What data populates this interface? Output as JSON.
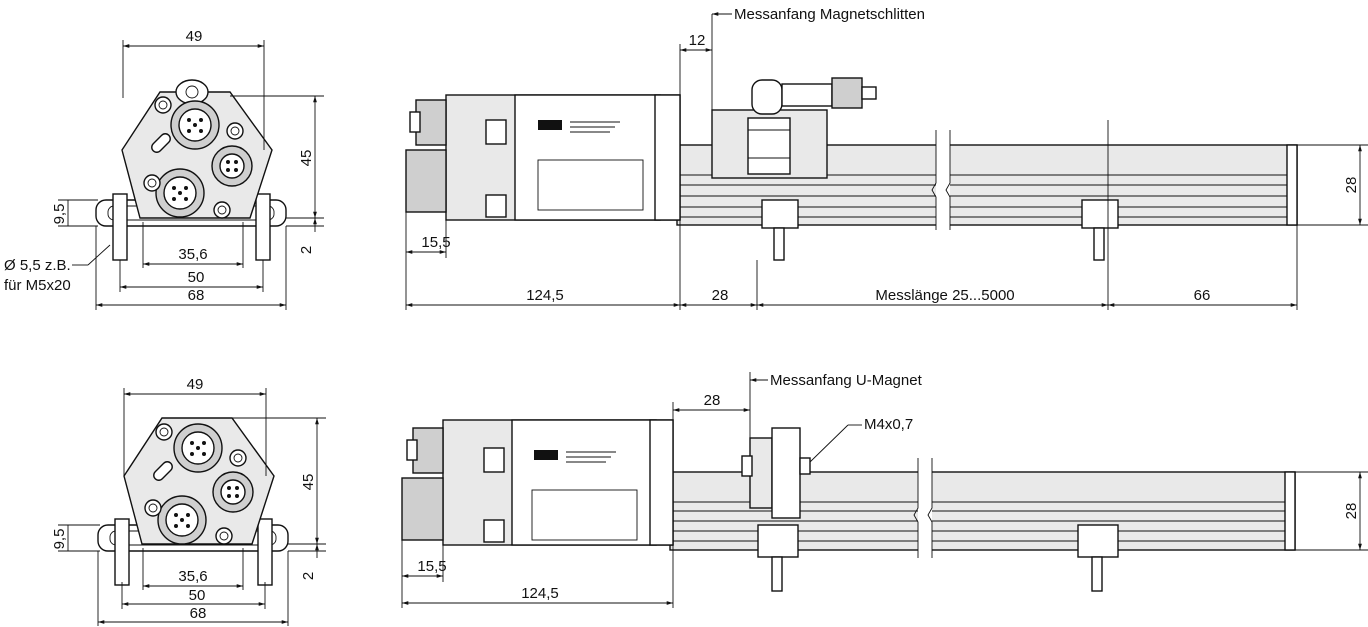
{
  "top_view": {
    "front": {
      "width_49": "49",
      "height_45": "45",
      "offset_9_5": "9,5",
      "offset_2": "2",
      "hole_35_6": "35,6",
      "hole_50": "50",
      "base_68": "68",
      "hole_note_1": "Ø 5,5 z.B.",
      "hole_note_2": "für M5x20"
    },
    "side": {
      "start_label": "Messanfang Magnetschlitten",
      "dim_12": "12",
      "dim_15_5": "15,5",
      "dim_28_height": "28",
      "dim_124_5": "124,5",
      "dim_28": "28",
      "measure_length": "Messlänge 25...5000",
      "dim_66": "66"
    }
  },
  "bottom_view": {
    "front": {
      "width_49": "49",
      "height_45": "45",
      "offset_9_5": "9,5",
      "offset_2": "2",
      "hole_35_6": "35,6",
      "hole_50": "50",
      "base_68": "68"
    },
    "side": {
      "start_label": "Messanfang U-Magnet",
      "dim_28_top": "28",
      "thread_label": "M4x0,7",
      "dim_28_height": "28",
      "dim_15_5": "15,5",
      "dim_124_5": "124,5"
    }
  }
}
